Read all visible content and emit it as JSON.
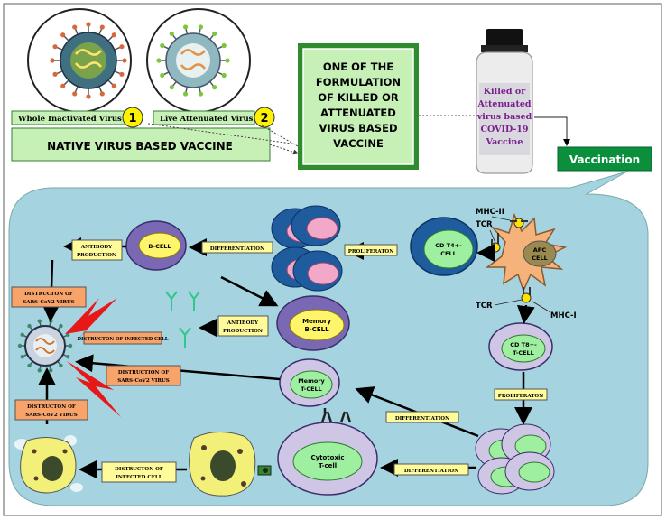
{
  "top": {
    "whole_inactivated_label": "Whole Inactivated  Virus",
    "badge1": "1",
    "live_attenuated_label": "Live Attenuated  Virus",
    "badge2": "2",
    "native_vaccine_label": "NATIVE VIRUS BASED VACCINE",
    "formulation_lines": [
      "ONE OF THE",
      "FORMULATION",
      "OF KILLED OR",
      "ATTENUATED",
      "VIRUS BASED",
      "VACCINE"
    ],
    "bottle_lines": [
      "Killed or",
      "Attenuated",
      "virus based",
      "COVID-19",
      "Vaccine"
    ],
    "vaccination_label": "Vaccination"
  },
  "cells": {
    "b_cell": "B-CELL",
    "memory_b": [
      "Memory",
      "B-CELL"
    ],
    "cd4": [
      "CD T4+-",
      "CELL"
    ],
    "apc": [
      "APC",
      "CELL"
    ],
    "cd8": [
      "CD T8+-",
      "T-CELL"
    ],
    "memory_t": [
      "Memory",
      "T-CELL"
    ],
    "cytotoxic": [
      "Cytotoxic",
      "T-cell"
    ]
  },
  "markers": {
    "mhc2": "MHC-II",
    "tcr_top": "TCR",
    "tcr_mid": "TCR",
    "mhc1": "MHC-I"
  },
  "labels": {
    "antibody_production_1": [
      "ANTIBODY",
      "PRODUCTION"
    ],
    "differentiation_1": "DIFFERENTIATION",
    "proliferation_1": "PROLIFERATON",
    "antibody_production_2": [
      "ANTIBODY",
      "PRODUCTION"
    ],
    "proliferation_2": "PROLIFERATON",
    "differentiation_2": "DIFFERENTIATION",
    "differentiation_3": "DIFFERENTIATION",
    "distruction_infected_1": "DISTRUCTON OF INFECTED CELL",
    "distruction_infected_2": [
      "DISTRUCTON OF",
      "INFECTED CELL"
    ],
    "distruction_sars_1": [
      "DISTRUCTON OF",
      "SARS-CoV2  VIRUS"
    ],
    "distruction_sars_2": [
      "DISTRUCTION OF",
      "SARS-CoV2 VIRUS"
    ],
    "distruction_sars_3": [
      "DISTRUCTON OF",
      "SARS-CoV2  VIRUS"
    ]
  },
  "colors": {
    "panel": "#a5d3e0",
    "green_box": "#c6f0b6",
    "green_dark": "#2e8b2e",
    "label_yellow": "#fffb9a",
    "label_orange": "#f7a36a",
    "badge_yellow": "#fff200",
    "cell_purple": "#7b68b4",
    "cell_fill_lilac": "#cfc6e6",
    "nucleus_green": "#9ef0a0",
    "nucleus_yellow": "#fff56b",
    "cd4_blue": "#1f5c9e",
    "pink": "#f2a8c8",
    "apc_orange": "#f5b27a",
    "infected_yellow": "#f3f07a",
    "red": "#e81818",
    "vacc_green": "#0a8f3c"
  }
}
